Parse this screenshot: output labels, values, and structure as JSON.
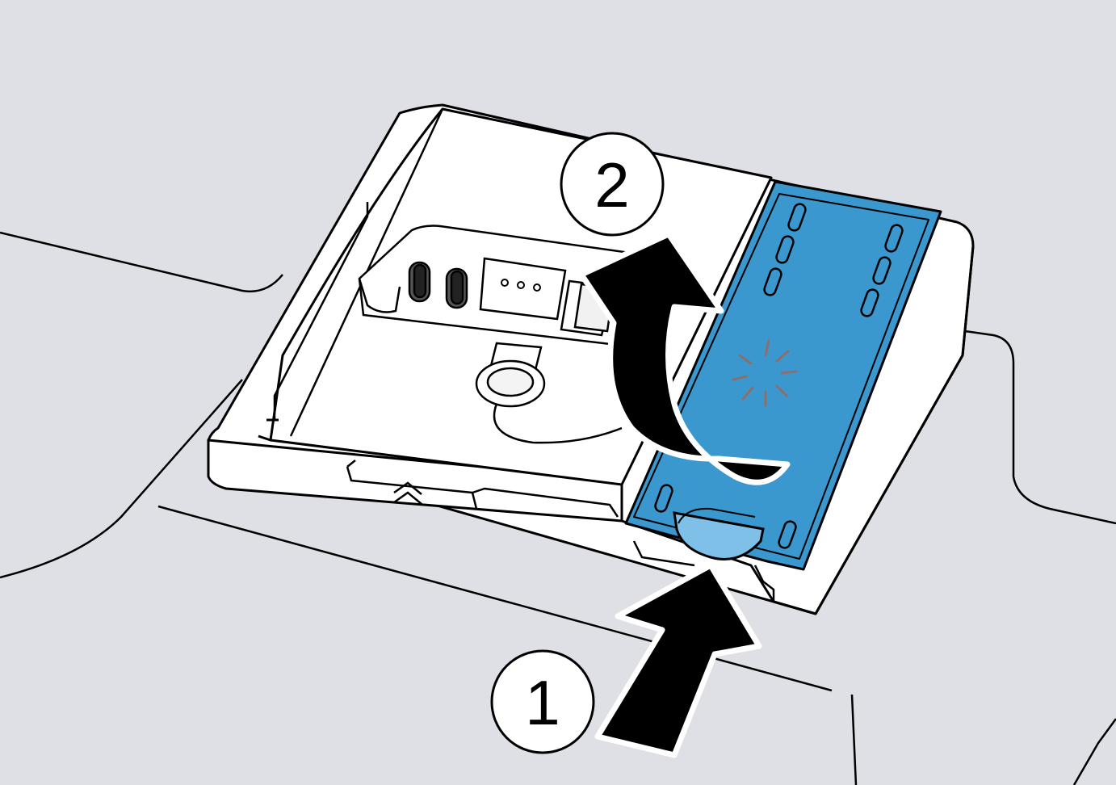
{
  "steps": [
    {
      "number": "1",
      "action": "push-latch"
    },
    {
      "number": "2",
      "action": "lift-lid"
    }
  ],
  "colors": {
    "background": "#dfe0e5",
    "outline": "#000000",
    "housing": "#ffffff",
    "lid": "#3a98cf",
    "latch": "#7ec0e8",
    "arrow": "#000000"
  },
  "icons": {
    "lid_marker": "starburst-icon",
    "tray_marker": "double-chevron-up-icon",
    "window_marker": "dots-icon"
  }
}
